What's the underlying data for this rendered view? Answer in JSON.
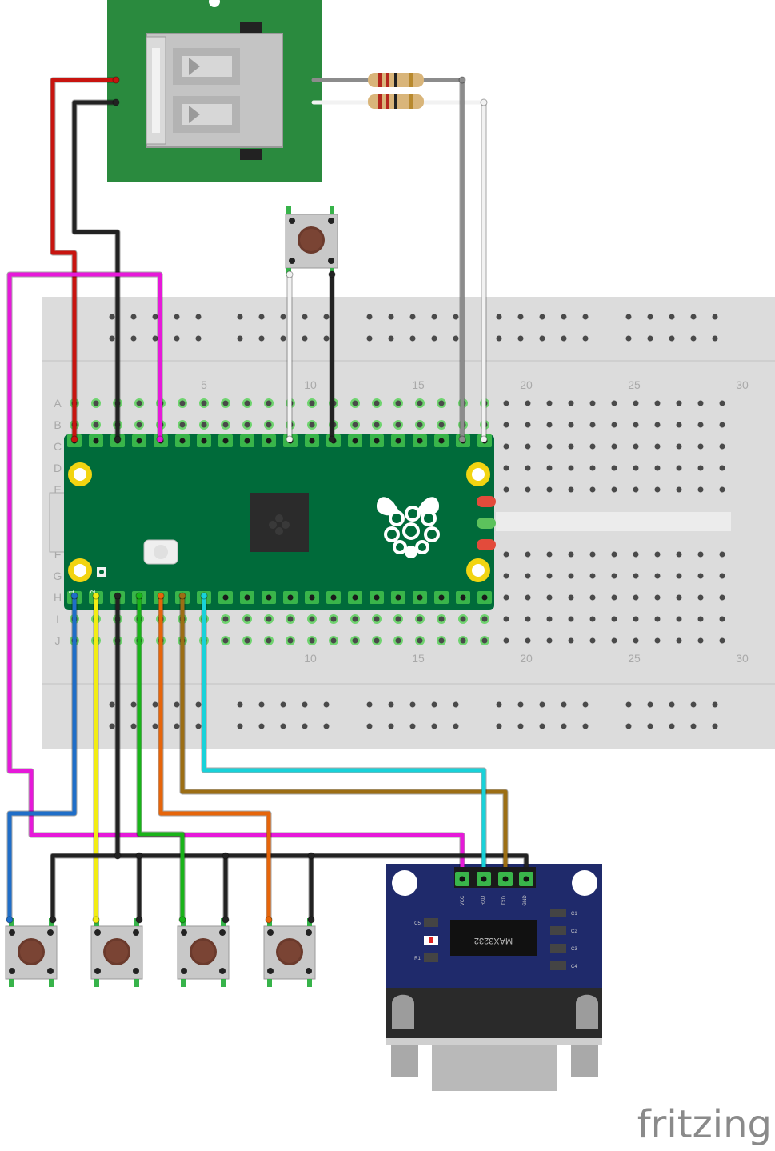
{
  "breadboard": {
    "column_numbers": [
      "5",
      "10",
      "15",
      "20",
      "25",
      "30"
    ],
    "row_letters": [
      "A",
      "B",
      "C",
      "D",
      "E",
      "F",
      "G",
      "H",
      "I",
      "J"
    ]
  },
  "pico": {
    "pin_labels": [
      "1",
      "2"
    ]
  },
  "rs232_module": {
    "pin_labels": [
      "VCC",
      "RXD",
      "TXD",
      "GND"
    ],
    "chip_label": "MAX3232",
    "cap_labels": [
      "C5",
      "R1",
      "C1",
      "C2",
      "C3",
      "C4"
    ]
  },
  "wire_colors": {
    "red": "#c8140f",
    "black": "#222222",
    "magenta": "#e619d9",
    "gray": "#8c8c8c",
    "white": "#f2f2f2",
    "blue": "#1f6ec8",
    "yellow": "#f2ec14",
    "green": "#19b419",
    "orange": "#e6650a",
    "brown": "#9c6e14",
    "cyan": "#19d2d9"
  },
  "watermark": "fritzing"
}
